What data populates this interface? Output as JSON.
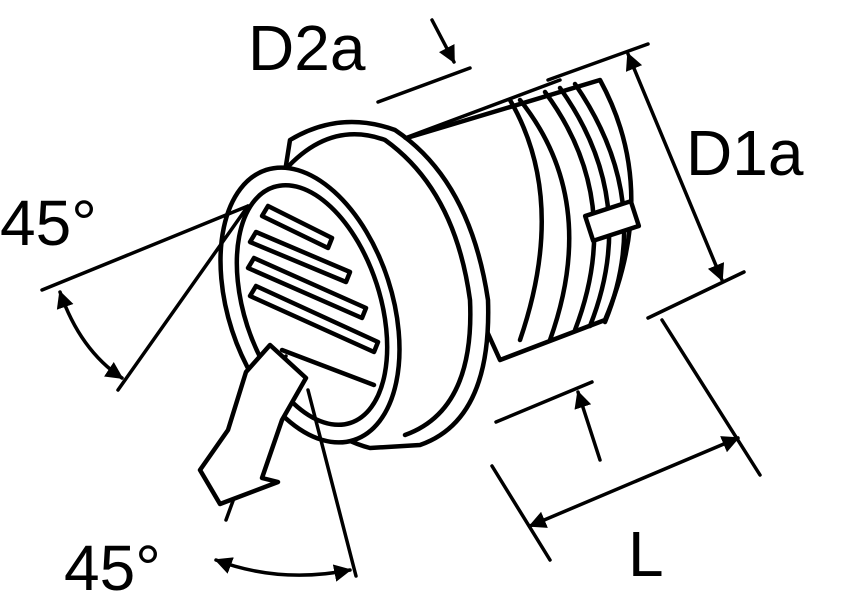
{
  "labels": {
    "d2a": "D2a",
    "d1a": "D1a",
    "length": "L",
    "angle_top": "45°",
    "angle_bottom": "45°"
  },
  "colors": {
    "line": "#000000",
    "background": "#ffffff"
  }
}
